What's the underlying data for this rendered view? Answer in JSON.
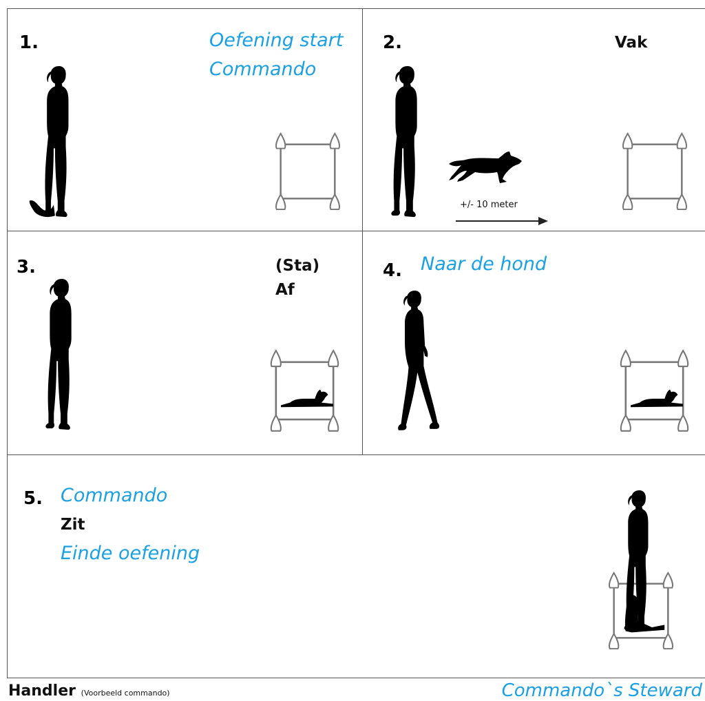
{
  "panels": [
    {
      "number": "1.",
      "blue_lines": [
        "Oefening start",
        "Commando"
      ]
    },
    {
      "number": "2.",
      "black_lines": [
        "Vak"
      ],
      "distance": "+/- 10 meter"
    },
    {
      "number": "3.",
      "black_lines": [
        "(Sta)",
        "Af"
      ]
    },
    {
      "number": "4.",
      "blue_lines": [
        "Naar de hond"
      ]
    },
    {
      "number": "5.",
      "lines": [
        "Commando",
        "Zit",
        "Einde oefening"
      ]
    }
  ],
  "footer": {
    "left_main": "Handler",
    "left_note": "(Voorbeeld commando)",
    "right": "Commando`s Steward"
  },
  "colors": {
    "command_blue": "#1aa0e4",
    "border": "#555555",
    "silhouette": "#000000"
  }
}
